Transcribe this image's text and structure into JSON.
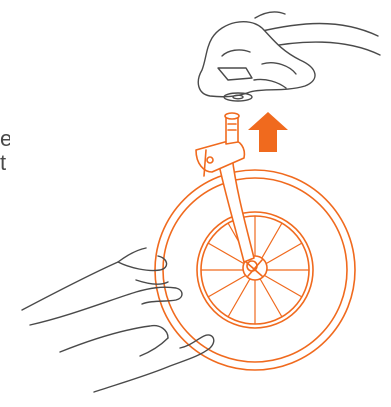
{
  "illustration": {
    "colors": {
      "line": "#4a4a4a",
      "accent": "#f06a1e",
      "background": "#ffffff"
    },
    "arrow_direction": "up",
    "icons": [
      "stroller-frame",
      "wheel",
      "up-arrow",
      "hands"
    ]
  },
  "clipped_text": {
    "line1": "e",
    "line2": "t"
  }
}
